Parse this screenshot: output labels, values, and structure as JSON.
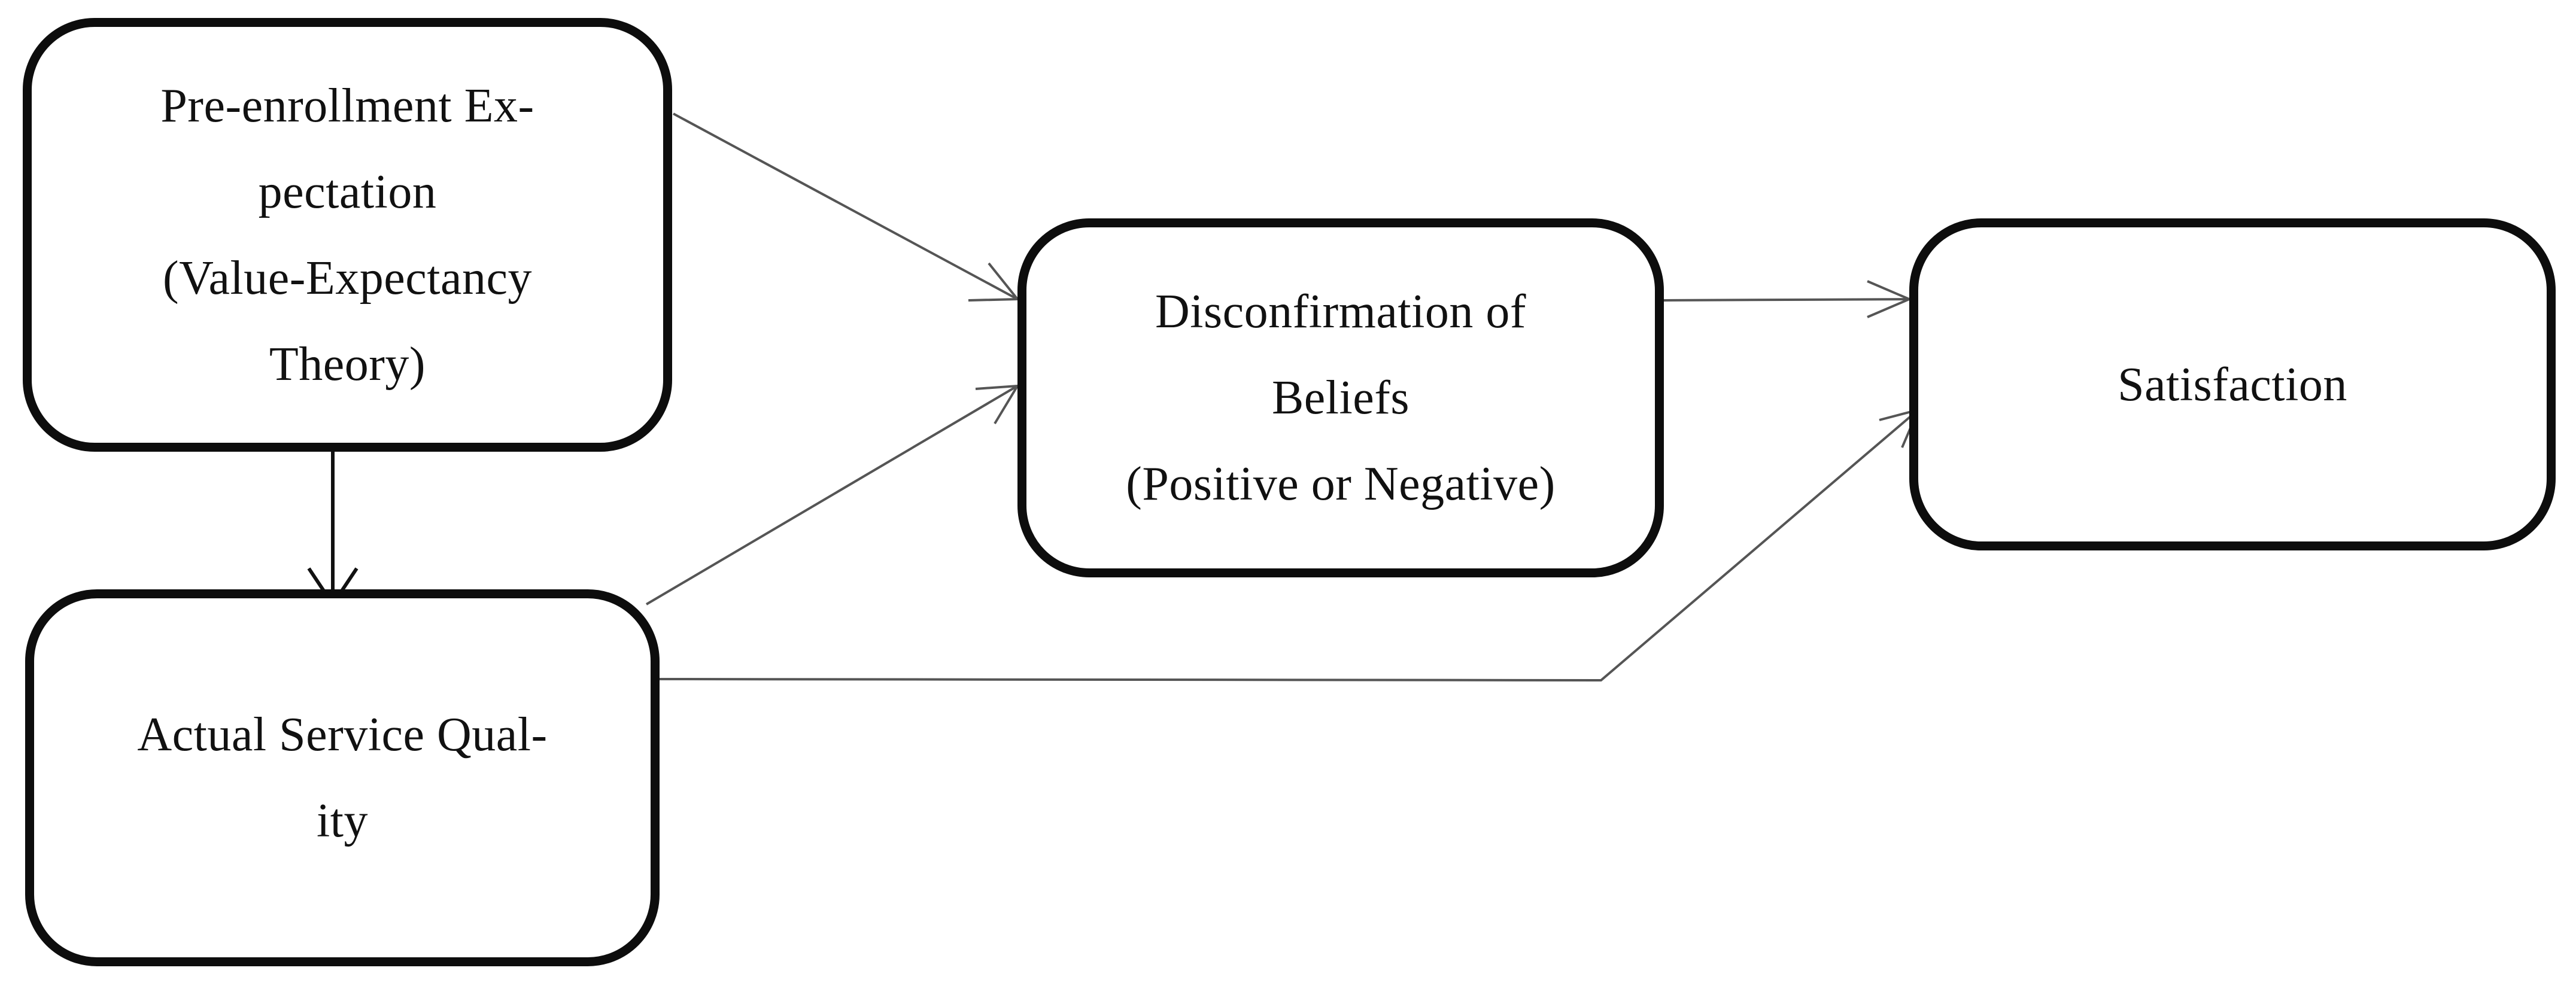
{
  "nodes": {
    "pre_enrollment": {
      "lines": [
        "Pre-enrollment Ex-",
        "pectation",
        "(Value-Expectancy",
        "Theory)"
      ]
    },
    "actual_service_quality": {
      "lines": [
        "Actual Service Qual-",
        "ity"
      ]
    },
    "disconfirmation": {
      "lines": [
        "Disconfirmation of",
        "Beliefs",
        "(Positive or Negative)"
      ]
    },
    "satisfaction": {
      "lines": [
        "Satisfaction"
      ]
    }
  },
  "edges": [
    {
      "from": "pre_enrollment",
      "to": "disconfirmation"
    },
    {
      "from": "pre_enrollment",
      "to": "actual_service_quality"
    },
    {
      "from": "actual_service_quality",
      "to": "disconfirmation"
    },
    {
      "from": "actual_service_quality",
      "to": "satisfaction"
    },
    {
      "from": "disconfirmation",
      "to": "satisfaction"
    }
  ],
  "colors": {
    "border": "#0d0d0d",
    "arrow_thin": "#555555",
    "arrow_thick": "#111111",
    "background": "#ffffff"
  }
}
